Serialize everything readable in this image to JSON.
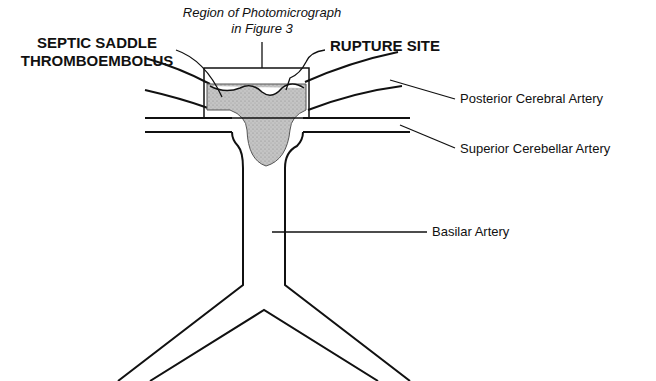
{
  "diagram": {
    "labels": [
      "Region of Photomicrograph in Figure 3",
      "SEPTIC SADDLE THROMBOEMBOLUS",
      "RUPTURE SITE",
      "Posterior Cerebral Artery",
      "Superior Cerebellar Artery",
      "Basilar Artery"
    ]
  }
}
